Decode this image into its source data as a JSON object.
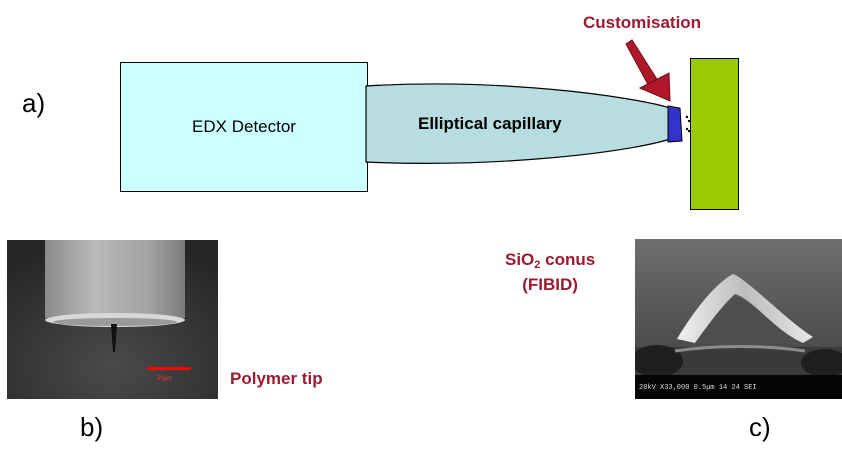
{
  "panel_labels": {
    "a": "a)",
    "b": "b)",
    "c": "c)"
  },
  "diagram": {
    "detector_label": "EDX Detector",
    "capillary_label": "Elliptical capillary",
    "customisation_label": "Customisation"
  },
  "photos": {
    "b": {
      "caption": "Polymer tip",
      "scale_bar_text": "50μm"
    },
    "c": {
      "caption_main": "SiO",
      "caption_sub": "2",
      "caption_rest": " conus",
      "caption_line2": "(FIBID)",
      "databar_text": "20kV  X33,000  0.5μm     14 24 SEI"
    }
  },
  "colors": {
    "detector_fill": "#ccffff",
    "capillary_fill": "#b7dde0",
    "tip_fill": "#3333cc",
    "sample_fill": "#99cc00",
    "label_red": "#9b1b30",
    "arrow_red": "#b0182a"
  }
}
